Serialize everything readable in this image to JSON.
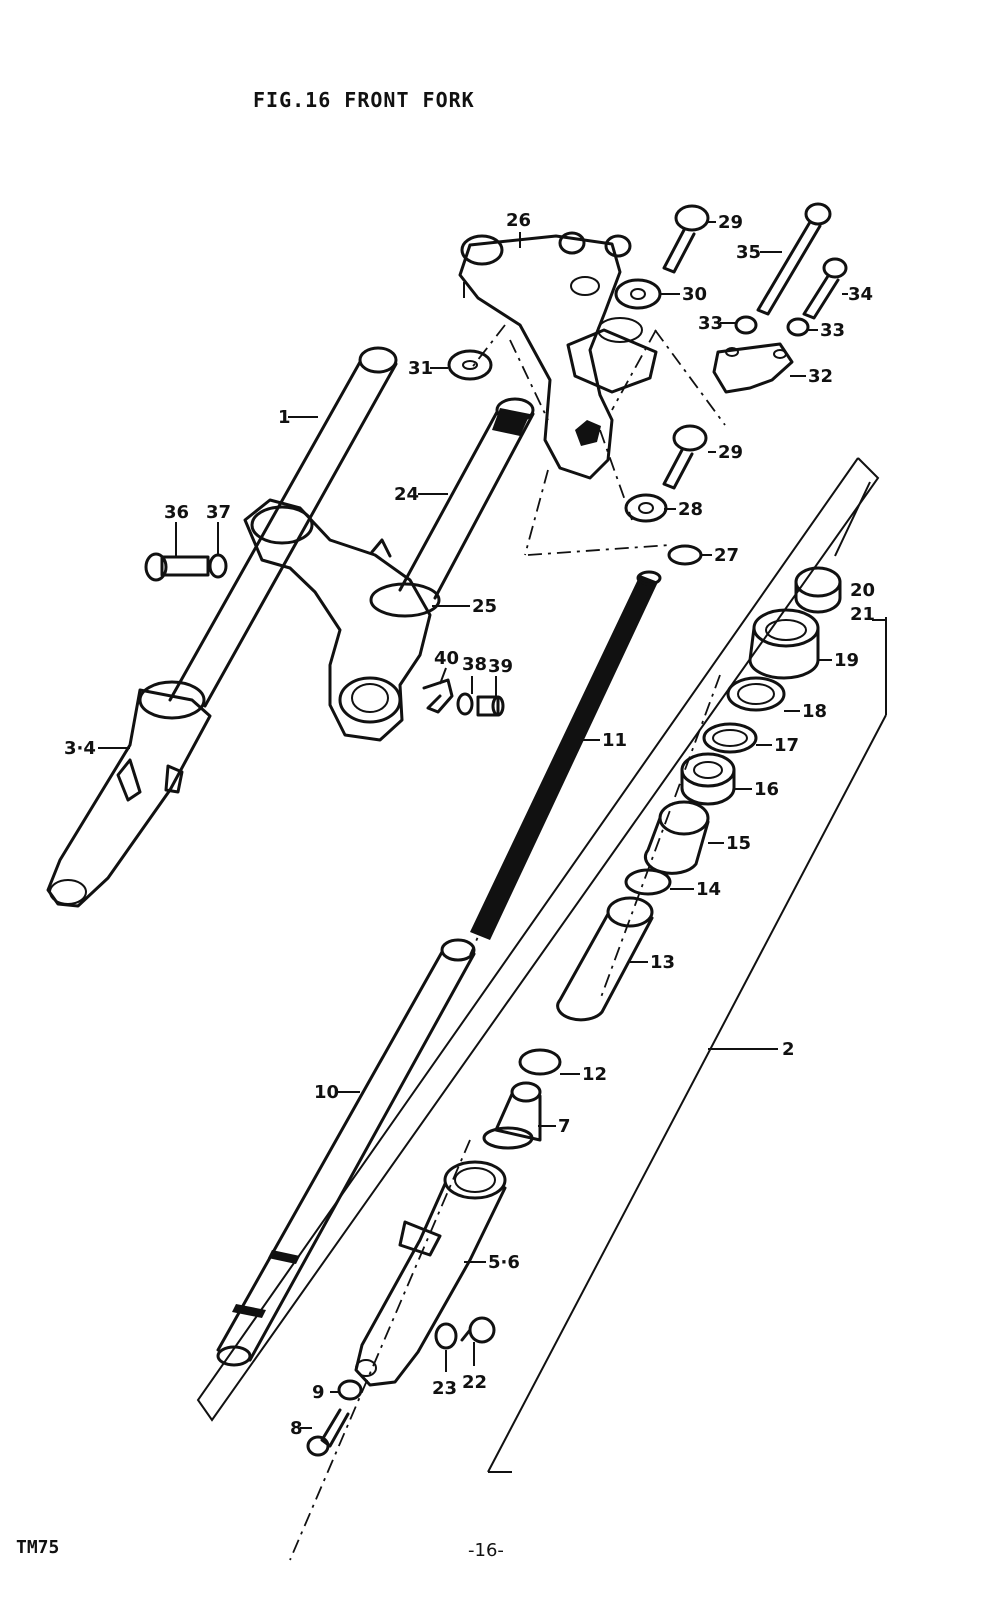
{
  "title": "FIG.16  FRONT FORK",
  "footer": {
    "model": "TM75",
    "page": "-16-"
  },
  "callouts": [
    {
      "id": "1",
      "label": "1"
    },
    {
      "id": "2",
      "label": "2"
    },
    {
      "id": "3-4",
      "label": "3·4"
    },
    {
      "id": "5-6",
      "label": "5·6"
    },
    {
      "id": "7",
      "label": "7"
    },
    {
      "id": "8",
      "label": "8"
    },
    {
      "id": "9",
      "label": "9"
    },
    {
      "id": "10",
      "label": "10"
    },
    {
      "id": "11",
      "label": "11"
    },
    {
      "id": "12",
      "label": "12"
    },
    {
      "id": "13",
      "label": "13"
    },
    {
      "id": "14",
      "label": "14"
    },
    {
      "id": "15",
      "label": "15"
    },
    {
      "id": "16",
      "label": "16"
    },
    {
      "id": "17",
      "label": "17"
    },
    {
      "id": "18",
      "label": "18"
    },
    {
      "id": "19",
      "label": "19"
    },
    {
      "id": "20",
      "label": "20"
    },
    {
      "id": "21",
      "label": "21"
    },
    {
      "id": "22",
      "label": "22"
    },
    {
      "id": "23",
      "label": "23"
    },
    {
      "id": "24",
      "label": "24"
    },
    {
      "id": "25",
      "label": "25"
    },
    {
      "id": "26",
      "label": "26"
    },
    {
      "id": "27",
      "label": "27"
    },
    {
      "id": "28",
      "label": "28"
    },
    {
      "id": "29a",
      "label": "29"
    },
    {
      "id": "29b",
      "label": "29"
    },
    {
      "id": "30",
      "label": "30"
    },
    {
      "id": "31",
      "label": "31"
    },
    {
      "id": "32",
      "label": "32"
    },
    {
      "id": "33a",
      "label": "33"
    },
    {
      "id": "33b",
      "label": "33"
    },
    {
      "id": "34",
      "label": "34"
    },
    {
      "id": "35",
      "label": "35"
    },
    {
      "id": "36",
      "label": "36"
    },
    {
      "id": "37",
      "label": "37"
    },
    {
      "id": "38",
      "label": "38"
    },
    {
      "id": "39",
      "label": "39"
    },
    {
      "id": "40",
      "label": "40"
    }
  ]
}
